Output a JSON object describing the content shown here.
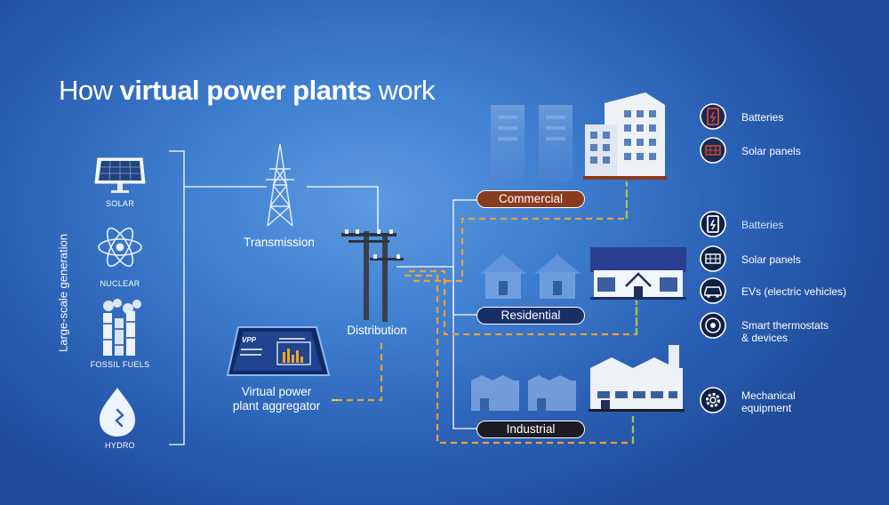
{
  "title": {
    "prefix": "How ",
    "bold": "virtual power plants",
    "suffix": " work"
  },
  "generation": {
    "label": "Large-scale generation",
    "sources": [
      "SOLAR",
      "NUCLEAR",
      "FOSSIL FUELS",
      "HYDRO"
    ]
  },
  "grid": {
    "transmission": "Transmission",
    "distribution": "Distribution",
    "aggregator_line1": "Virtual power",
    "aggregator_line2": "plant aggregator",
    "vpp_badge": "VPP"
  },
  "sectors": {
    "commercial": "Commercial",
    "residential": "Residential",
    "industrial": "Industrial"
  },
  "legend": {
    "commercial": [
      {
        "label": "Batteries",
        "icon": "battery-icon"
      },
      {
        "label": "Solar panels",
        "icon": "solar-panel-icon"
      }
    ],
    "residential": [
      {
        "label": "Batteries",
        "icon": "battery-icon"
      },
      {
        "label": "Solar panels",
        "icon": "solar-panel-icon"
      },
      {
        "label": "EVs (electric vehicles)",
        "icon": "car-icon"
      },
      {
        "label_line1": "Smart thermostats",
        "label_line2": "& devices",
        "icon": "thermostat-icon"
      }
    ],
    "industrial": [
      {
        "label_line1": "Mechanical",
        "label_line2": "equipment",
        "icon": "gear-icon"
      }
    ]
  },
  "colors": {
    "commercial_pill": "#8a3a1e",
    "residential_pill": "#1a2f66",
    "industrial_pill": "#1c1c22",
    "dash_orange": "#e8a13a",
    "dash_yellow": "#d9d43a",
    "dash_green": "#8fd14f"
  }
}
